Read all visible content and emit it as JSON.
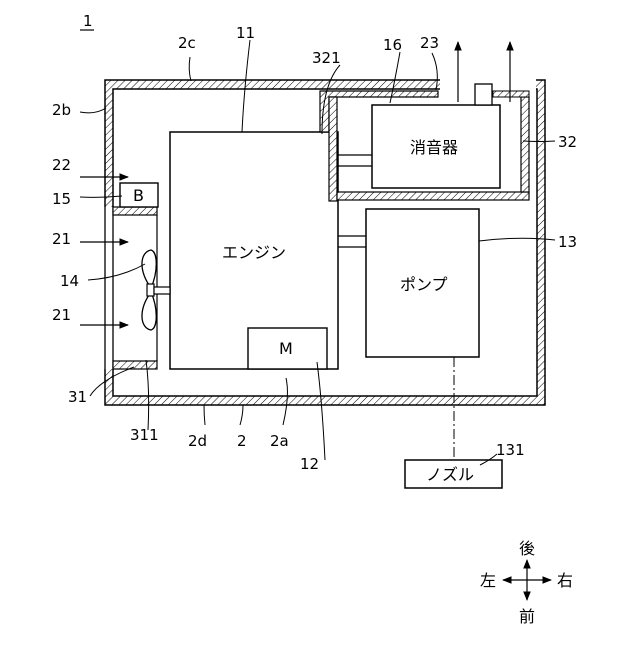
{
  "figure": {
    "number": "1",
    "refs": {
      "r2c": "2c",
      "r11": "11",
      "r321": "321",
      "r16": "16",
      "r23": "23",
      "r2b": "2b",
      "r32": "32",
      "r22": "22",
      "r15": "15",
      "r21a": "21",
      "r13": "13",
      "r14": "14",
      "r21b": "21",
      "r31": "31",
      "r311": "311",
      "r2d": "2d",
      "r2": "2",
      "r2a": "2a",
      "r12": "12",
      "r131": "131"
    },
    "labels": {
      "muffler": "消音器",
      "engine": "エンジン",
      "pump": "ポンプ",
      "motor": "M",
      "battery": "B",
      "nozzle": "ノズル"
    },
    "directions": {
      "back": "後",
      "front": "前",
      "left": "左",
      "right": "右"
    }
  }
}
